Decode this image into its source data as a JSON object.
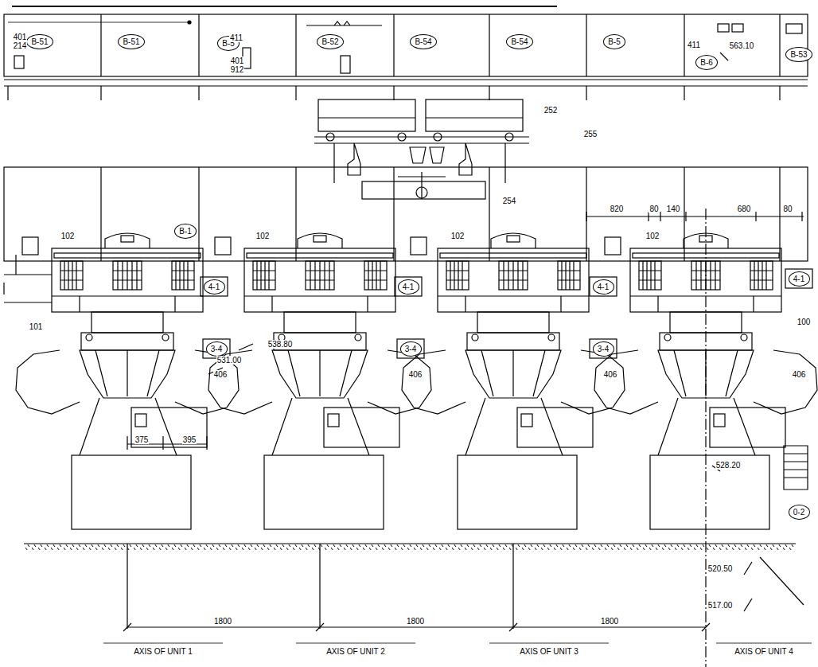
{
  "diagram": {
    "nodes": [
      {
        "text": [
          "B-51"
        ]
      },
      {
        "text": [
          "B-51"
        ]
      },
      {
        "text": [
          "B-5"
        ]
      },
      {
        "text": [
          "B-52"
        ]
      },
      {
        "text": [
          "B-54"
        ]
      },
      {
        "text": [
          "B-54"
        ]
      },
      {
        "text": [
          "B-5"
        ]
      },
      {
        "text": [
          "B-6"
        ]
      },
      {
        "text": [
          "B-53"
        ]
      },
      {
        "text": [
          "B-1"
        ]
      },
      {
        "text": [
          "4-1"
        ]
      },
      {
        "text": [
          "4-1"
        ]
      },
      {
        "text": [
          "4-1"
        ]
      },
      {
        "text": [
          "4-1"
        ]
      },
      {
        "text": [
          "3-4"
        ]
      },
      {
        "text": [
          "3-4"
        ]
      },
      {
        "text": [
          "3-4"
        ]
      },
      {
        "text": [
          "0-2"
        ]
      }
    ],
    "edges": [],
    "labels": [
      "401",
      "214",
      "411",
      "401",
      "912",
      "411",
      "563.10",
      "252",
      "255",
      "254",
      "820",
      "80",
      "140",
      "680",
      "80",
      "102",
      "102",
      "102",
      "102",
      "101",
      "538.80",
      "406",
      "406",
      "406",
      "406",
      "100",
      "531.00",
      "375",
      "395",
      "528.20",
      "520.50",
      "517.00",
      "1800",
      "1800",
      "1800",
      "AXIS OF UNIT 1",
      "AXIS OF UNIT 2",
      "AXIS OF UNIT 3",
      "AXIS OF UNIT 4"
    ]
  }
}
